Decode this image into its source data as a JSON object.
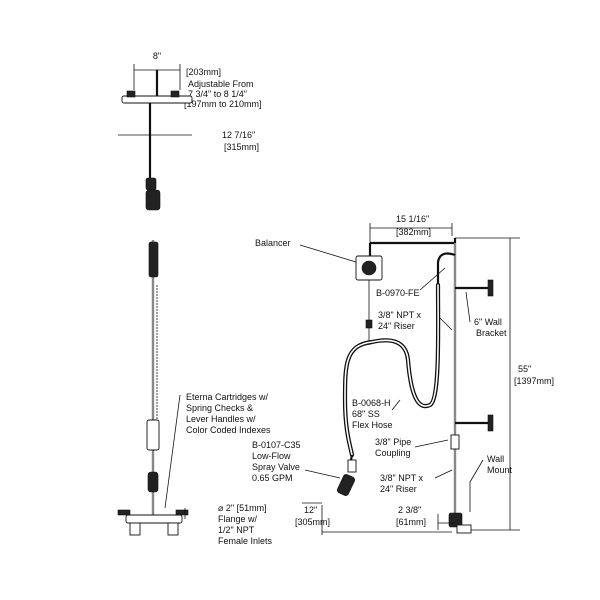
{
  "top_view": {
    "width_in": "8\"",
    "width_mm": "[203mm]",
    "adjust_1": "Adjustable From",
    "adjust_2": "7 3/4\" to 8 1/4\"",
    "adjust_3": "[197mm to 210mm]",
    "depth_in": "12 7/16\"",
    "depth_mm": "[315mm]"
  },
  "front_view": {
    "cartridge_1": "Eterna Cartridges w/",
    "cartridge_2": "Spring Checks &",
    "cartridge_3": "Lever Handles w/",
    "cartridge_4": "Color Coded Indexes",
    "flange_1": "⌀ 2\" [51mm]",
    "flange_2": "Flange w/",
    "flange_3": "1/2\" NPT",
    "flange_4": "Female Inlets"
  },
  "side_view": {
    "spacing_in": "15 1/16\"",
    "spacing_mm": "[382mm]",
    "balancer": "Balancer",
    "balancer_part": "B-0970-FE",
    "riser_top_1": "3/8\" NPT x",
    "riser_top_2": "24\" Riser",
    "bracket_1": "6\" Wall",
    "bracket_2": "Bracket",
    "height_in": "55\"",
    "height_mm": "[1397mm]",
    "hose_1": "B-0068-H",
    "hose_2": "68\" SS",
    "hose_3": "Flex Hose",
    "coupling_1": "3/8\" Pipe",
    "coupling_2": "Coupling",
    "valve_1": "B-0107-C35",
    "valve_2": "Low-Flow",
    "valve_3": "Spray Valve",
    "valve_4": "0.65 GPM",
    "wall_mount_1": "Wall",
    "wall_mount_2": "Mount",
    "riser_bot_1": "3/8\" NPT x",
    "riser_bot_2": "24\" Riser",
    "offset_in": "12\"",
    "offset_mm": "[305mm]",
    "wall_in": "2 3/8\"",
    "wall_mm": "[61mm]"
  }
}
